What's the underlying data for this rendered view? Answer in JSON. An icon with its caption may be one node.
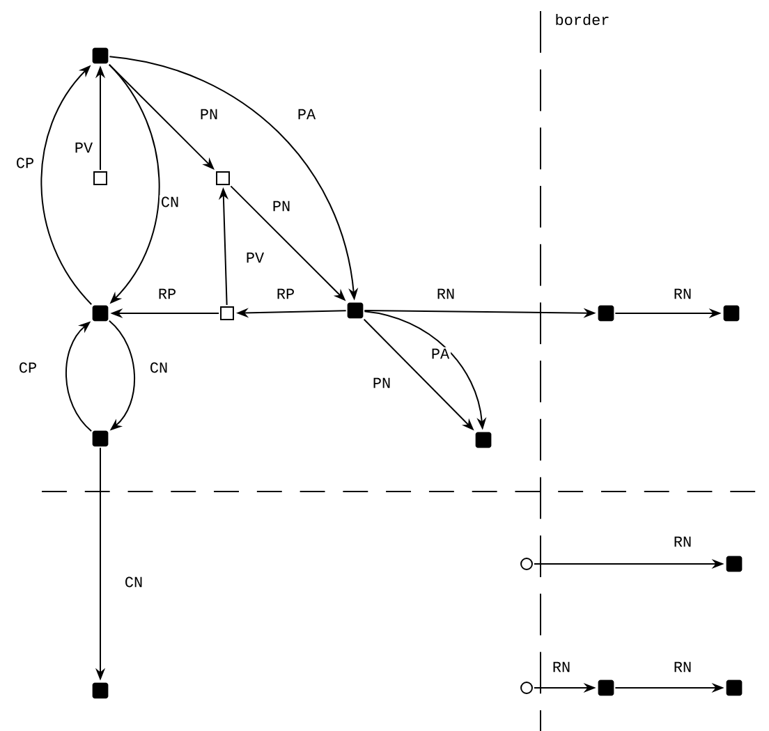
{
  "diagram": {
    "nodes": [
      {
        "text": [],
        "shape": "box"
      },
      {
        "text": [],
        "shape": "square"
      },
      {
        "text": [],
        "shape": "square"
      },
      {
        "text": [],
        "shape": "box"
      },
      {
        "text": [],
        "shape": "square"
      },
      {
        "text": [],
        "shape": "box"
      },
      {
        "text": [],
        "shape": "box"
      },
      {
        "text": [],
        "shape": "box"
      },
      {
        "text": [],
        "shape": "box"
      },
      {
        "text": [],
        "shape": "box"
      },
      {
        "text": [],
        "shape": "box"
      },
      {
        "text": [],
        "shape": "circle"
      },
      {
        "text": [],
        "shape": "box"
      },
      {
        "text": [],
        "shape": "circle"
      },
      {
        "text": [],
        "shape": "box"
      },
      {
        "text": [],
        "shape": "box"
      }
    ],
    "edges": [
      {
        "from": 1,
        "to": 0,
        "arrow": "to",
        "label": "PV"
      },
      {
        "from": 0,
        "to": 2,
        "arrow": "to",
        "label": "PN"
      },
      {
        "from": 2,
        "to": 5,
        "arrow": "to",
        "label": "PN"
      },
      {
        "from": 0,
        "to": 5,
        "arrow": "to",
        "label": "PA"
      },
      {
        "from": 3,
        "to": 0,
        "arrow": "to",
        "label": "CP"
      },
      {
        "from": 0,
        "to": 3,
        "arrow": "to",
        "label": "CN"
      },
      {
        "from": 4,
        "to": 2,
        "arrow": "to",
        "label": "PV"
      },
      {
        "from": 4,
        "to": 3,
        "arrow": "to",
        "label": "RP"
      },
      {
        "from": 5,
        "to": 4,
        "arrow": "to",
        "label": "RP"
      },
      {
        "from": 5,
        "to": 6,
        "arrow": "to",
        "label": "RN"
      },
      {
        "from": 6,
        "to": 7,
        "arrow": "to",
        "label": "RN"
      },
      {
        "from": 5,
        "to": 8,
        "arrow": "to",
        "label": "PN"
      },
      {
        "from": 5,
        "to": 8,
        "arrow": "to",
        "label": "PA"
      },
      {
        "from": 9,
        "to": 3,
        "arrow": "to",
        "label": "CP"
      },
      {
        "from": 3,
        "to": 9,
        "arrow": "to",
        "label": "CN"
      },
      {
        "from": 9,
        "to": 10,
        "arrow": "to",
        "label": "CN"
      },
      {
        "from": 11,
        "to": 12,
        "arrow": "to",
        "label": "RN"
      },
      {
        "from": 13,
        "to": 14,
        "arrow": "to",
        "label": "RN"
      },
      {
        "from": 14,
        "to": 15,
        "arrow": "to",
        "label": "RN"
      }
    ],
    "labels": [
      "border"
    ]
  }
}
